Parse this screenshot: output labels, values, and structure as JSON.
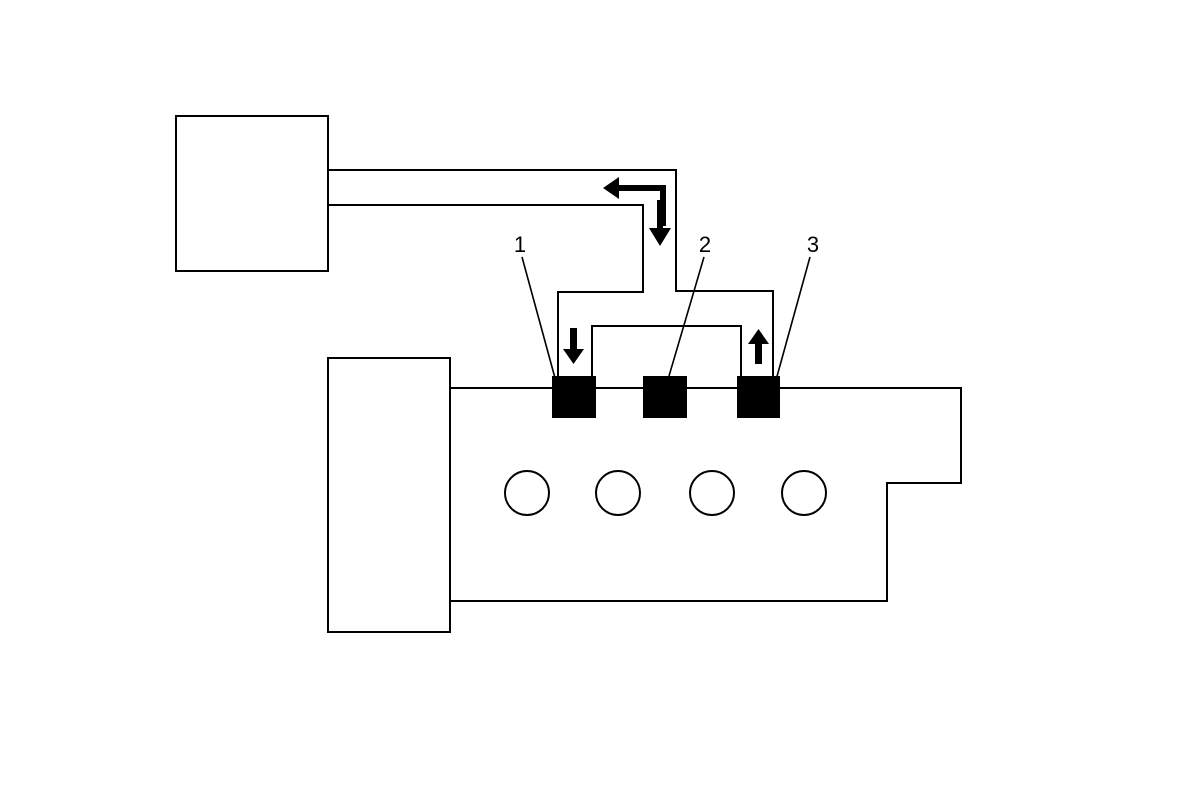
{
  "diagram": {
    "callouts": [
      {
        "label": "1",
        "part": "left-block-component"
      },
      {
        "label": "2",
        "part": "center-block-component"
      },
      {
        "label": "3",
        "part": "right-block-component"
      }
    ],
    "flow_direction": {
      "to_component_1": "down",
      "from_component_3": "up",
      "return_line": "left",
      "supply_line": "down"
    },
    "cylinder_count": 4,
    "line_color": "#000000",
    "fill_color": "#000000",
    "background_color": "#ffffff"
  }
}
